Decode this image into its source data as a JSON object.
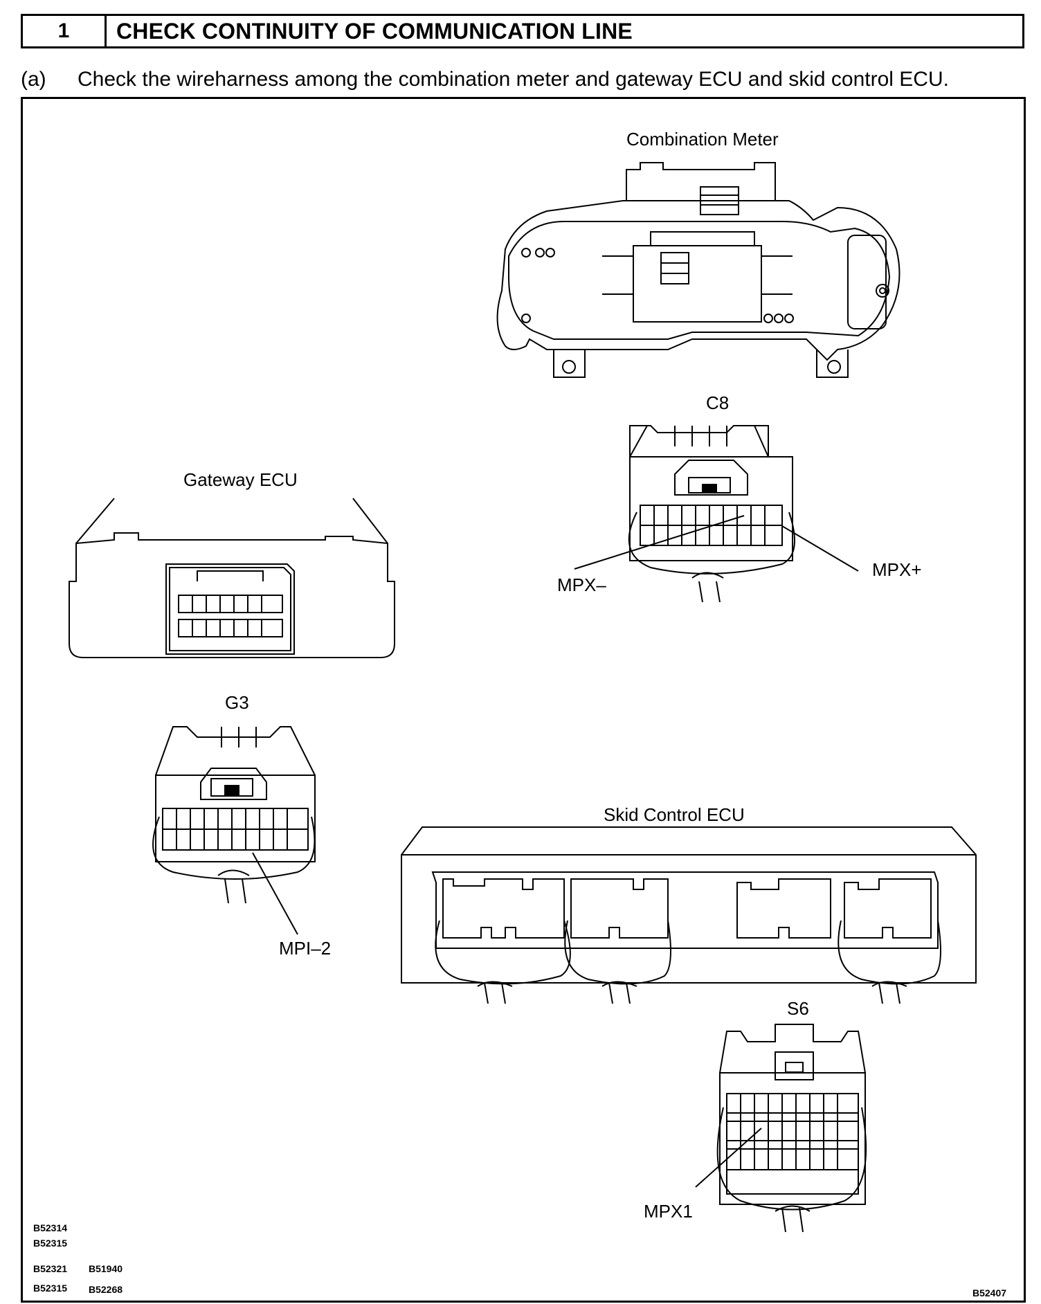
{
  "step": {
    "number": "1",
    "title": "CHECK CONTINUITY OF COMMUNICATION LINE"
  },
  "instruction": {
    "label": "(a)",
    "text": "Check the wireharness among the combination meter and gateway ECU and skid control ECU."
  },
  "figure": {
    "combination_meter": "Combination Meter",
    "gateway_ecu": "Gateway ECU",
    "skid_control_ecu": "Skid Control ECU",
    "connectors": {
      "c8": "C8",
      "g3": "G3",
      "s6": "S6"
    },
    "terminals": {
      "mpx_minus": "MPX–",
      "mpx_plus": "MPX+",
      "mpi2": "MPI–2",
      "mpx1": "MPX1"
    },
    "ref_codes": {
      "r1": "B52314",
      "r2": "B52315",
      "r3": "B52321",
      "r4": "B51940",
      "r5": "B52315",
      "r6": "B52268"
    },
    "figure_code": "B52407"
  }
}
